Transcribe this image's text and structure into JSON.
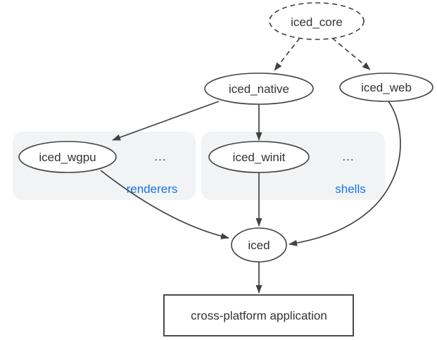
{
  "nodes": {
    "iced_core": "iced_core",
    "iced_native": "iced_native",
    "iced_web": "iced_web",
    "iced_wgpu": "iced_wgpu",
    "iced_winit": "iced_winit",
    "iced": "iced",
    "app": "cross-platform application"
  },
  "groups": {
    "renderers": {
      "label": "renderers",
      "ellipsis": "..."
    },
    "shells": {
      "label": "shells",
      "ellipsis": "..."
    }
  },
  "edges": [
    {
      "from": "iced_core",
      "to": "iced_native",
      "style": "dashed"
    },
    {
      "from": "iced_core",
      "to": "iced_web",
      "style": "dashed"
    },
    {
      "from": "iced_native",
      "to": "iced_wgpu",
      "style": "solid"
    },
    {
      "from": "iced_native",
      "to": "iced_winit",
      "style": "solid"
    },
    {
      "from": "iced_wgpu",
      "to": "iced",
      "style": "solid"
    },
    {
      "from": "iced_winit",
      "to": "iced",
      "style": "solid"
    },
    {
      "from": "iced_web",
      "to": "iced",
      "style": "solid"
    },
    {
      "from": "iced",
      "to": "app",
      "style": "solid"
    }
  ],
  "colors": {
    "background": "#ffffff",
    "group_fill": "#f1f3f4",
    "group_label": "#1a73e8",
    "stroke": "#424242",
    "text": "#333333"
  }
}
